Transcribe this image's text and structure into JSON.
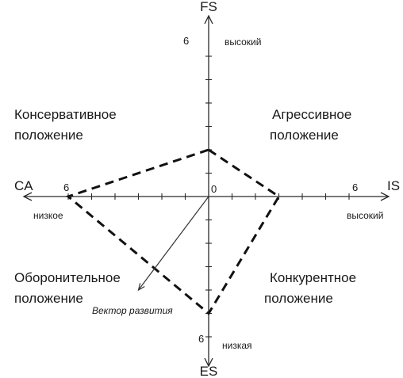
{
  "axes": {
    "top": "FS",
    "bottom": "ES",
    "left": "CA",
    "right": "IS",
    "origin": "0"
  },
  "ticks": {
    "top_max": "6",
    "bottom_max": "6",
    "left_max": "6",
    "right_max": "6"
  },
  "level_labels": {
    "top_high": "высокий",
    "right_high": "высокий",
    "left_low": "низкое",
    "bottom_low": "низкая"
  },
  "quadrants": {
    "top_left": [
      "Консервативное",
      "положение"
    ],
    "top_right": [
      "Агрессивное",
      "положение"
    ],
    "bottom_left": [
      "Оборонительное",
      "положение"
    ],
    "bottom_right": [
      "Конкурентное",
      "положение"
    ]
  },
  "vector_label": "Вектор развития",
  "polygon": {
    "FS": 2,
    "IS": 3,
    "ES": 5,
    "CA": 6
  },
  "development_vector": {
    "x": -3,
    "y": -4
  }
}
